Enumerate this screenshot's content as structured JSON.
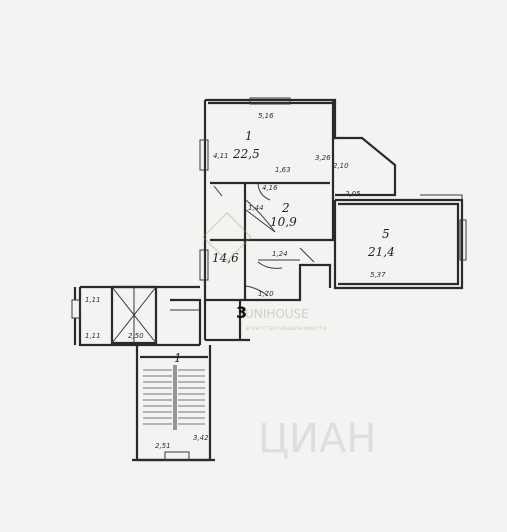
{
  "rooms": [
    {
      "id": "1",
      "number": "1",
      "area": "22,5"
    },
    {
      "id": "2",
      "number": "2",
      "area": "10,9"
    },
    {
      "id": "3",
      "number": "5",
      "area": "21,4"
    },
    {
      "id": "4",
      "number": "",
      "area": "14,6"
    },
    {
      "id": "5",
      "number": "1",
      "area": ""
    }
  ],
  "stair_label": "3",
  "dimensions": {
    "top": "5,16",
    "room1_left": "4,11",
    "room1_bottom": "1,63",
    "room1_right": "3,26",
    "balcony": "2,10",
    "room2_a": "4,16",
    "room2_b": "1,44",
    "room5_top": "2,05",
    "room5_bottom": "5,37",
    "stair_bottom": "2,51",
    "stair_right": "3,42",
    "corridor": "2,50",
    "left_a": "1,11",
    "left_b": "1,11",
    "misc_a": "1,24",
    "misc_b": "1,70"
  },
  "watermark": {
    "brand": "UNIHOUSE",
    "sub": "агентство недвижимости",
    "big": "ЦИАН"
  }
}
